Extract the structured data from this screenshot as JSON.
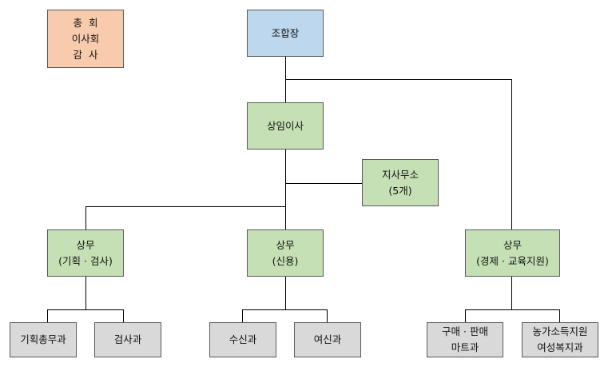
{
  "assembly": {
    "line1": "총  회",
    "line2": "이사회",
    "line3": "감  사"
  },
  "chairman": "조합장",
  "executive_director": "상임이사",
  "branches": {
    "line1": "지사무소",
    "line2": "(5개)"
  },
  "director_planning": {
    "title": "상무",
    "sub": "(기획 · 검사)"
  },
  "director_credit": {
    "title": "상무",
    "sub": "(신용)"
  },
  "director_economy": {
    "title": "상무",
    "sub": "(경제 · 교육지원)"
  },
  "departments": {
    "planning_general": "기획총무과",
    "inspection": "검사과",
    "deposit": "수신과",
    "loan": "여신과",
    "purchase_sales": {
      "line1": "구매 · 판매",
      "line2": "마트과"
    },
    "farm_income": {
      "line1": "농가소득지원",
      "line2": "여성복지과"
    }
  },
  "colors": {
    "governance_box": "#f8cbad",
    "chairman_box": "#bdd7ee",
    "executive_box": "#c5e0b4",
    "department_box": "#d9d9d9",
    "connector": "#000000"
  }
}
